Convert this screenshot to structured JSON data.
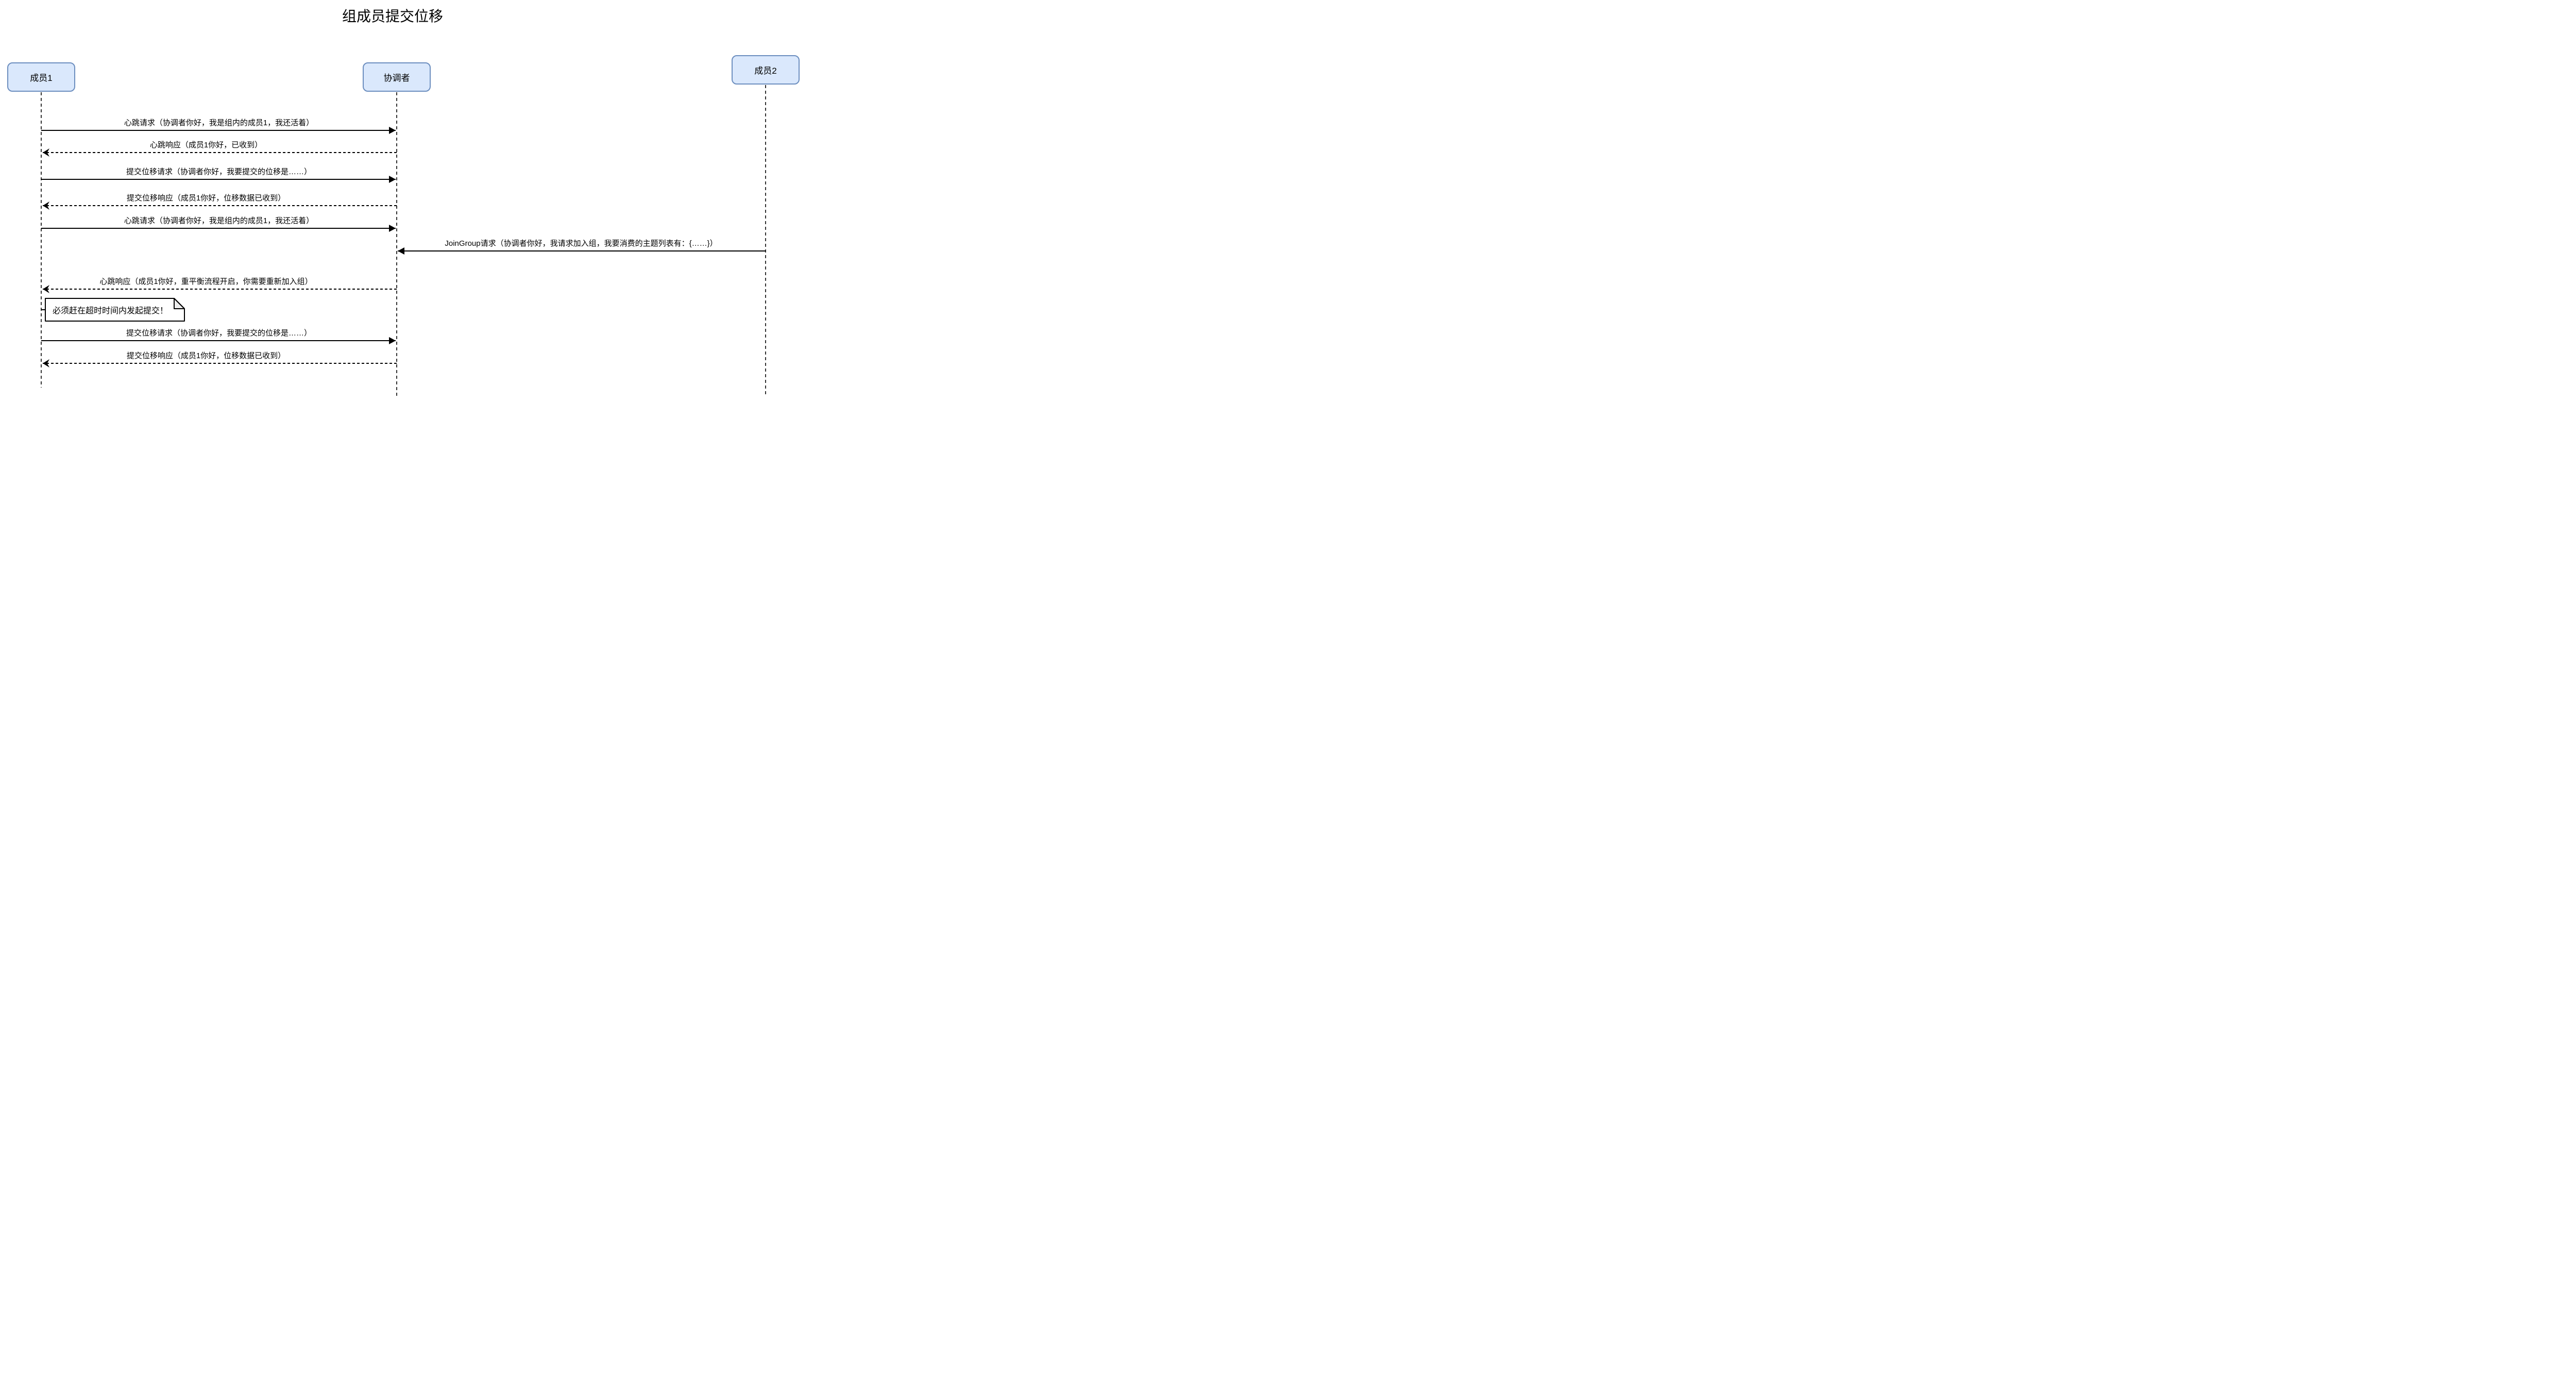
{
  "diagram": {
    "title": "组成员提交位移",
    "type": "sequence-diagram"
  },
  "colors": {
    "background": "#ffffff",
    "actor_fill": "#dae8fc",
    "actor_border": "#6c8ebf",
    "line": "#000000",
    "text": "#000000",
    "note_fill": "#ffffff",
    "note_fold": "#ededed"
  },
  "actors": [
    {
      "id": "member1",
      "label": "成员1"
    },
    {
      "id": "coordinator",
      "label": "协调者"
    },
    {
      "id": "member2",
      "label": "成员2"
    }
  ],
  "messages": [
    {
      "from": "成员1",
      "to": "协调者",
      "line": "solid",
      "direction": "right",
      "label": "心跳请求（协调者你好，我是组内的成员1，我还活着）"
    },
    {
      "from": "协调者",
      "to": "成员1",
      "line": "dashed",
      "direction": "left",
      "label": "心跳响应（成员1你好，已收到）"
    },
    {
      "from": "成员1",
      "to": "协调者",
      "line": "solid",
      "direction": "right",
      "label": "提交位移请求（协调者你好，我要提交的位移是……）"
    },
    {
      "from": "协调者",
      "to": "成员1",
      "line": "dashed",
      "direction": "left",
      "label": "提交位移响应（成员1你好，位移数据已收到）"
    },
    {
      "from": "成员1",
      "to": "协调者",
      "line": "solid",
      "direction": "right",
      "label": "心跳请求（协调者你好，我是组内的成员1，我还活着）"
    },
    {
      "from": "成员2",
      "to": "协调者",
      "line": "solid",
      "direction": "left",
      "label": "JoinGroup请求（协调者你好，我请求加入组，我要消费的主题列表有：{……}）"
    },
    {
      "from": "协调者",
      "to": "成员1",
      "line": "dashed",
      "direction": "left",
      "label": "心跳响应（成员1你好，重平衡流程开启，你需要重新加入组）"
    },
    {
      "from": "成员1",
      "to": "协调者",
      "line": "solid",
      "direction": "right",
      "label": "提交位移请求（协调者你好，我要提交的位移是……）"
    },
    {
      "from": "协调者",
      "to": "成员1",
      "line": "dashed",
      "direction": "left",
      "label": "提交位移响应（成员1你好，位移数据已收到）"
    }
  ],
  "note": {
    "text": "必须赶在超时时间内发起提交！",
    "attached_to": "成员1"
  }
}
